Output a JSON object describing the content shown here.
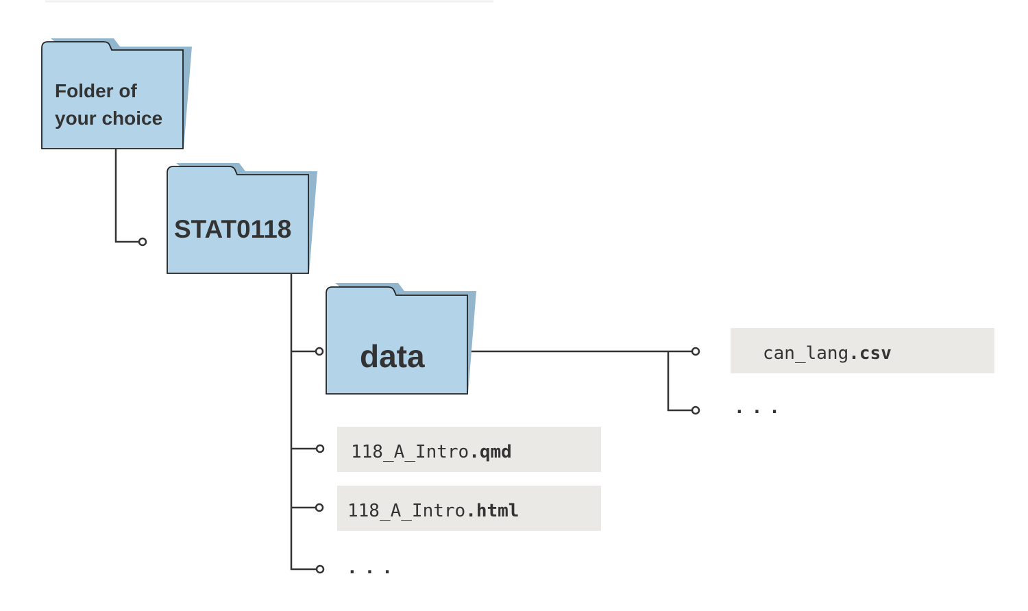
{
  "colors": {
    "folder_fill": "#b3d4e8",
    "folder_shadow": "#93b6cf",
    "file_box": "#ebe9e6",
    "line": "#333333",
    "text": "#333333"
  },
  "folders": {
    "root": {
      "line1": "Folder of",
      "line2": "your choice"
    },
    "course": {
      "label": "STAT0118"
    },
    "data": {
      "label": "data"
    }
  },
  "files": {
    "csv": {
      "stem": "can_lang",
      "ext": ".csv"
    },
    "qmd": {
      "stem": "118_A_Intro",
      "ext": ".qmd"
    },
    "html": {
      "stem": "118_A_Intro",
      "ext": ".html"
    }
  },
  "ellipses": {
    "data_more": "...",
    "course_more": "..."
  },
  "icons": [
    "folder-icon",
    "connector-dot-icon"
  ]
}
